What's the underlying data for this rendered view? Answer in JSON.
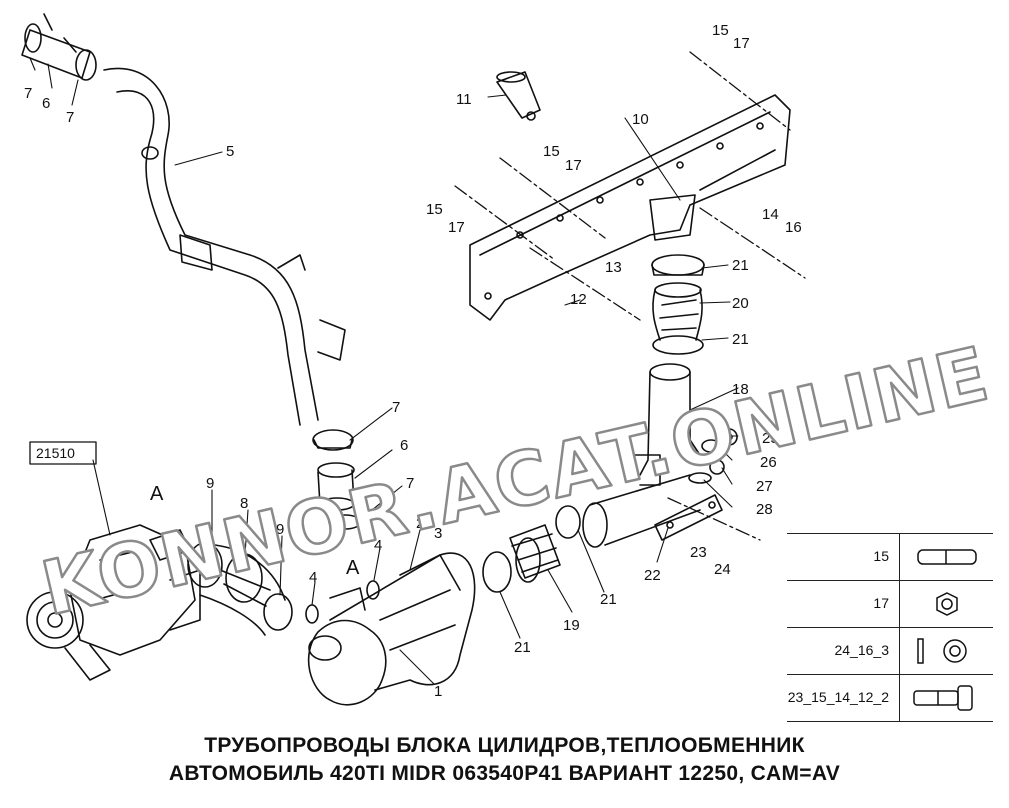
{
  "caption": {
    "line1": "ТРУБОПРОВОДЫ БЛОКА ЦИЛИДРОВ,ТЕПЛООБМЕННИК",
    "line2": "АВТОМОБИЛЬ 420TI MIDR 063540P41 ВАРИАНТ 12250, CAM=AV"
  },
  "watermark": "KONNOR.ACAT.ONLINE",
  "ref_box": "21510",
  "view_markers": {
    "a1": "A",
    "a2": "A"
  },
  "callouts": {
    "c1": "1",
    "c2": "2",
    "c3": "3",
    "c4a": "4",
    "c4b": "4",
    "c5": "5",
    "c6a": "6",
    "c6b": "6",
    "c7a": "7",
    "c7b": "7",
    "c7c": "7",
    "c7d": "7",
    "c8": "8",
    "c9a": "9",
    "c9b": "9",
    "c10": "10",
    "c11": "11",
    "c12": "12",
    "c13": "13",
    "c14": "14",
    "c16": "16",
    "c15a": "15",
    "c17a": "17",
    "c15b": "15",
    "c17b": "17",
    "c15c": "15",
    "c17c": "17",
    "c18": "18",
    "c19": "19",
    "c20": "20",
    "c21a": "21",
    "c21b": "21",
    "c21c": "21",
    "c21d": "21",
    "c22": "22",
    "c23": "23",
    "c24": "24",
    "c25": "25",
    "c26": "26",
    "c27": "27",
    "c28": "28"
  },
  "legend": [
    {
      "code": "15",
      "symbol": "stud-bolt-icon"
    },
    {
      "code": "17",
      "symbol": "hex-nut-icon"
    },
    {
      "code": "24_16_3",
      "symbol": "washer-icon"
    },
    {
      "code": "23_15_14_12_2",
      "symbol": "bolt-icon"
    }
  ]
}
